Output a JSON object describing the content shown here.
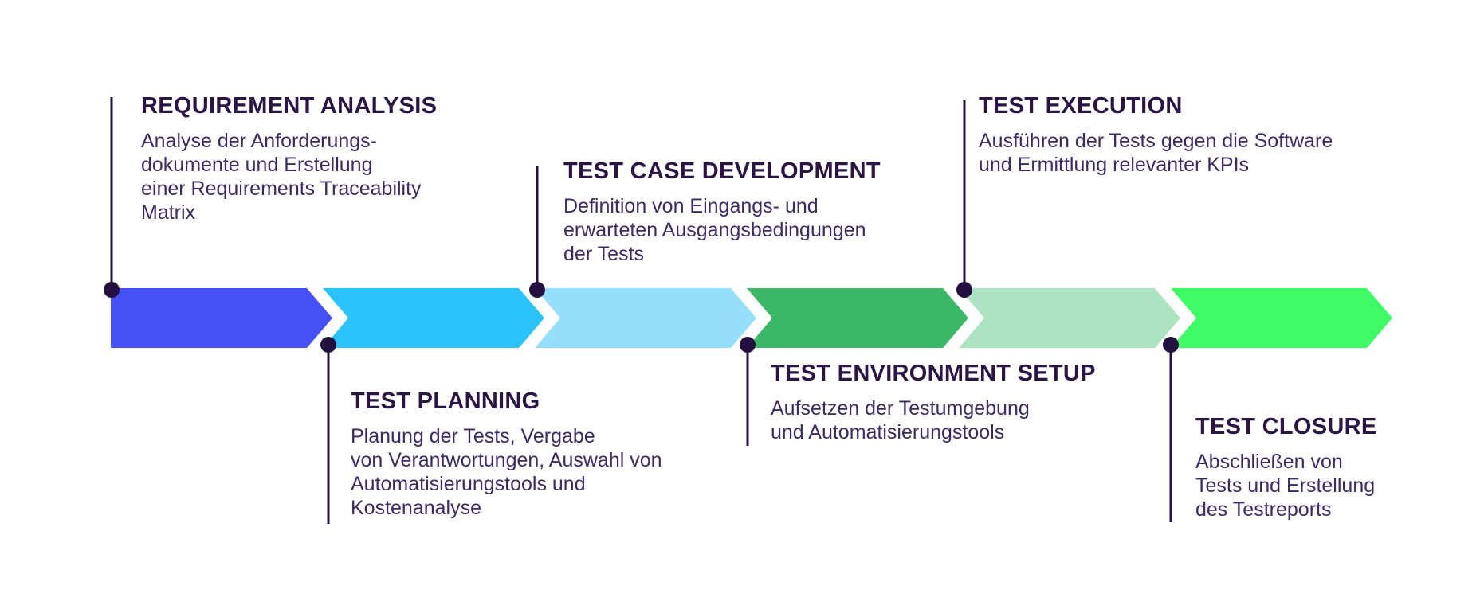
{
  "diagram": {
    "type": "process-timeline",
    "subject": "Software Testing Life Cycle",
    "colors": {
      "background": "#FFFFFF",
      "connector": "#241040",
      "heading_text": "#2A1545",
      "body_text": "#3D2A63"
    },
    "phases": [
      {
        "name": "REQUIREMENT ANALYSIS",
        "description": [
          "Analyse der Anforderungs-",
          "dokumente und Erstellung",
          "einer Requirements Traceability",
          "Matrix"
        ],
        "color": "#4550F7",
        "label_position": "above"
      },
      {
        "name": "TEST PLANNING",
        "description": [
          "Planung der Tests, Vergabe",
          "von Verantwortungen, Auswahl von",
          "Automatisierungstools und",
          "Kostenanalyse"
        ],
        "color": "#2BC3FB",
        "label_position": "below"
      },
      {
        "name": "TEST CASE DEVELOPMENT",
        "description": [
          "Definition von Eingangs- und",
          "erwarteten Ausgangsbedingungen",
          "der Tests"
        ],
        "color": "#95DFFC",
        "label_position": "above"
      },
      {
        "name": "TEST ENVIRONMENT SETUP",
        "description": [
          "Aufsetzen der Testumgebung",
          "und Automatisierungstools"
        ],
        "color": "#3AB767",
        "label_position": "below"
      },
      {
        "name": "TEST EXECUTION",
        "description": [
          "Ausführen der Tests gegen die Software",
          "und Ermittlung relevanter KPIs"
        ],
        "color": "#ACE4C1",
        "label_position": "above"
      },
      {
        "name": "TEST CLOSURE",
        "description": [
          "Abschließen von",
          "Tests und Erstellung",
          "des Testreports"
        ],
        "color": "#3EFD64",
        "label_position": "below"
      }
    ]
  }
}
